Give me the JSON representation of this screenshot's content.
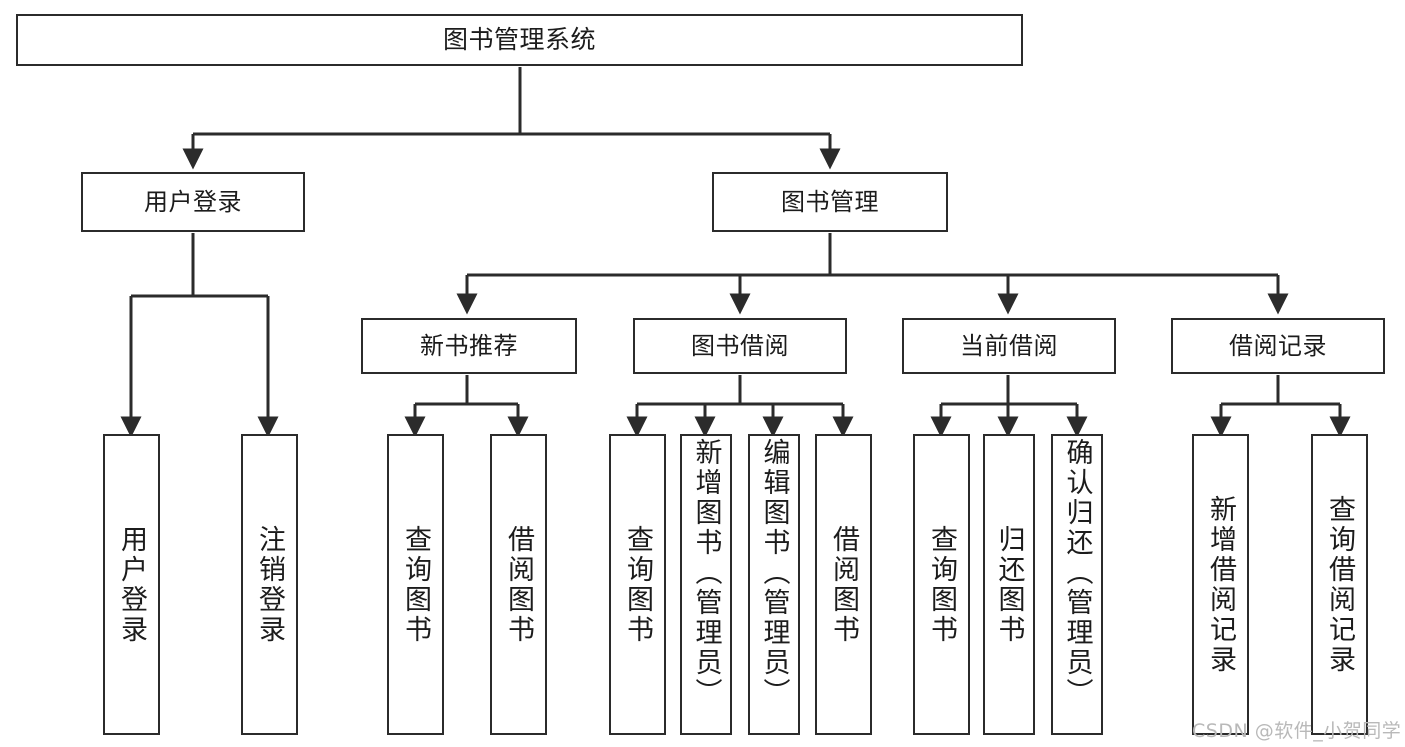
{
  "diagram": {
    "title": "图书管理系统",
    "type": "tree-hierarchy-chart",
    "background": "#ffffff",
    "line_color": "#2b2b2b",
    "node_fill": "#ffffff",
    "text_color": "#1c1c1c"
  },
  "nodes": {
    "root": {
      "label": "图书管理系统"
    },
    "level1": [
      {
        "label": "用户登录"
      },
      {
        "label": "图书管理"
      }
    ],
    "level2": [
      {
        "label": "新书推荐"
      },
      {
        "label": "图书借阅"
      },
      {
        "label": "当前借阅"
      },
      {
        "label": "借阅记录"
      }
    ],
    "leaves_user_login": [
      {
        "label": "用户登录"
      },
      {
        "label": "注销登录"
      }
    ],
    "leaves_new_books": [
      {
        "label": "查询图书"
      },
      {
        "label": "借阅图书"
      }
    ],
    "leaves_borrow": [
      {
        "label": "查询图书"
      },
      {
        "label": "新增图书（管理员）"
      },
      {
        "label": "编辑图书（管理员）"
      },
      {
        "label": "借阅图书"
      }
    ],
    "leaves_current": [
      {
        "label": "查询图书"
      },
      {
        "label": "归还图书"
      },
      {
        "label": "确认归还（管理员）"
      }
    ],
    "leaves_records": [
      {
        "label": "新增借阅记录"
      },
      {
        "label": "查询借阅记录"
      }
    ]
  },
  "watermark": {
    "text": "CSDN @软件_小贺同学"
  }
}
